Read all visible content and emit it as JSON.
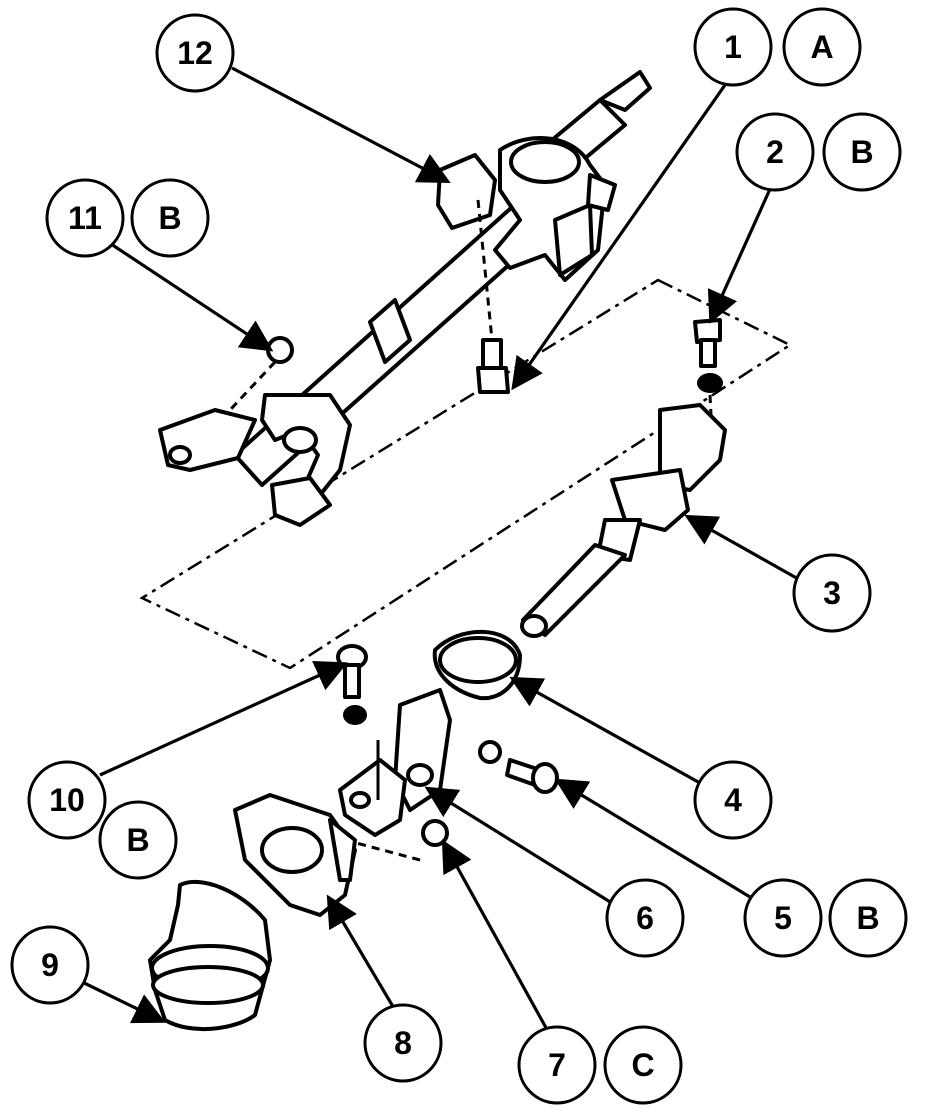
{
  "diagram": {
    "colors": {
      "ink": "#000000",
      "paper": "#ffffff"
    },
    "callouts": [
      {
        "id": "c12",
        "text": "12"
      },
      {
        "id": "c1",
        "text": "1"
      },
      {
        "id": "cA",
        "text": "A"
      },
      {
        "id": "c2",
        "text": "2"
      },
      {
        "id": "cB1",
        "text": "B"
      },
      {
        "id": "c11",
        "text": "11"
      },
      {
        "id": "cB2",
        "text": "B"
      },
      {
        "id": "c3",
        "text": "3"
      },
      {
        "id": "c10",
        "text": "10"
      },
      {
        "id": "cB3",
        "text": "B"
      },
      {
        "id": "c4",
        "text": "4"
      },
      {
        "id": "c6",
        "text": "6"
      },
      {
        "id": "c5",
        "text": "5"
      },
      {
        "id": "cB4",
        "text": "B"
      },
      {
        "id": "c9",
        "text": "9"
      },
      {
        "id": "c8",
        "text": "8"
      },
      {
        "id": "c7",
        "text": "7"
      },
      {
        "id": "cC",
        "text": "C"
      }
    ]
  }
}
